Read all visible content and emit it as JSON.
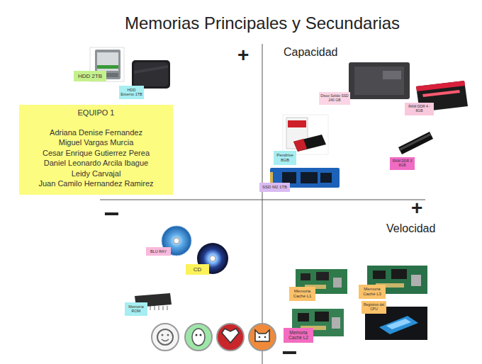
{
  "diagram": {
    "title": "Memorias Principales y Secundarias",
    "nodes": [
      {
        "text": [
          "HDD 2TB"
        ]
      },
      {
        "text": [
          "HDD Externo 1TB"
        ]
      },
      {
        "text": [
          "Disco Solido SSD 240 GB"
        ]
      },
      {
        "text": [
          "RAM DDR 4 - 8GB"
        ]
      },
      {
        "text": [
          "EQUIPO 1",
          "Adriana Denise Fernandez",
          "Miguel Vargas Murcia",
          "Cesar Enrique Gutierrez Perea",
          "Daniel Leonardo Arcila Ibague",
          "Leidy Carvajal",
          "Juan Camilo Hernandez Ramirez"
        ]
      },
      {
        "text": [
          "Pendrive 8GB"
        ]
      },
      {
        "text": [
          "RAM DDR 3 8GB"
        ]
      },
      {
        "text": [
          "SSD M2 1TB"
        ]
      },
      {
        "text": [
          "BLU RAY"
        ]
      },
      {
        "text": [
          "CD"
        ]
      },
      {
        "text": [
          "Memoria Caché L3"
        ]
      },
      {
        "text": [
          "Memoria Caché L1"
        ]
      },
      {
        "text": [
          "Registros del CPU"
        ]
      },
      {
        "text": [
          "Memoria ROM"
        ]
      },
      {
        "text": [
          "Memoria Caché L2"
        ]
      }
    ],
    "labels": [
      "+",
      "Capacidad",
      "-",
      "+",
      "Velocidad",
      "-"
    ]
  }
}
